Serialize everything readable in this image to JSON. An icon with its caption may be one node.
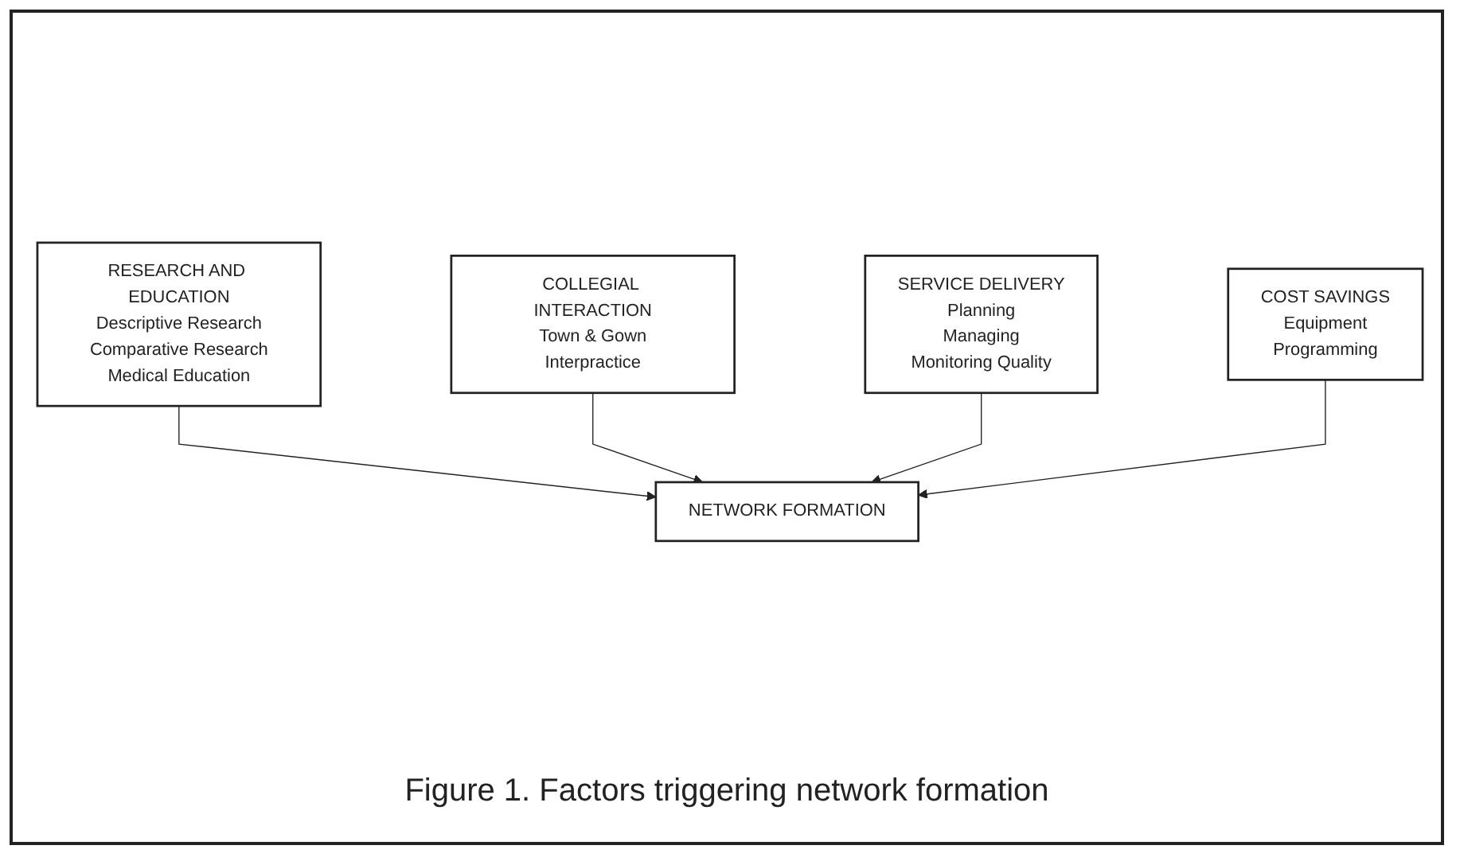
{
  "diagram": {
    "caption": "Figure 1. Factors triggering network formation",
    "nodes": [
      {
        "text": [
          "RESEARCH AND EDUCATION",
          "Descriptive Research",
          "Comparative Research",
          "Medical Education"
        ]
      },
      {
        "text": [
          "COLLEGIAL INTERACTION",
          "Town & Gown",
          "Interpractice"
        ]
      },
      {
        "text": [
          "NETWORK FORMATION"
        ]
      },
      {
        "text": [
          "SERVICE DELIVERY",
          "Planning",
          "Managing",
          "Monitoring Quality"
        ]
      },
      {
        "text": [
          "COST SAVINGS",
          "Equipment",
          "Programming"
        ]
      }
    ],
    "edges": [
      {
        "from": 0,
        "to": 2,
        "arrow": "to"
      },
      {
        "from": 1,
        "to": 2,
        "arrow": "to"
      },
      {
        "from": 3,
        "to": 2,
        "arrow": "to"
      },
      {
        "from": 4,
        "to": 2,
        "arrow": "to"
      }
    ]
  }
}
